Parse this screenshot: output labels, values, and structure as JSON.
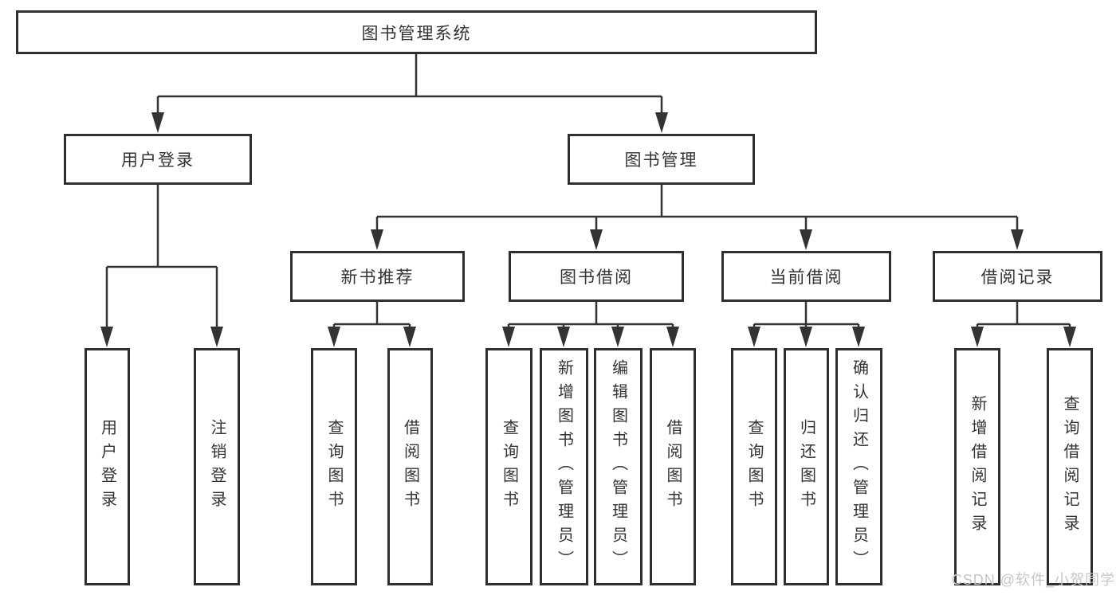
{
  "diagram": {
    "root": {
      "label": "图书管理系统"
    },
    "branches": [
      {
        "label": "用户登录",
        "leaves": [
          "用户登录",
          "注销登录"
        ]
      },
      {
        "label": "图书管理",
        "children": [
          {
            "label": "新书推荐",
            "leaves": [
              "查询图书",
              "借阅图书"
            ]
          },
          {
            "label": "图书借阅",
            "leaves": [
              "查询图书",
              "新增图书（管理员）",
              "编辑图书（管理员）",
              "借阅图书"
            ]
          },
          {
            "label": "当前借阅",
            "leaves": [
              "查询图书",
              "归还图书",
              "确认归还（管理员）"
            ]
          },
          {
            "label": "借阅记录",
            "leaves": [
              "新增借阅记录",
              "查询借阅记录"
            ]
          }
        ]
      }
    ]
  },
  "watermark": {
    "text": "CSDN @软件_小贺同学"
  },
  "colors": {
    "background": "#ffffff",
    "line": "#333333",
    "box_border": "#2f2f2f",
    "text": "#333333",
    "watermark": "#c6c6c6"
  }
}
